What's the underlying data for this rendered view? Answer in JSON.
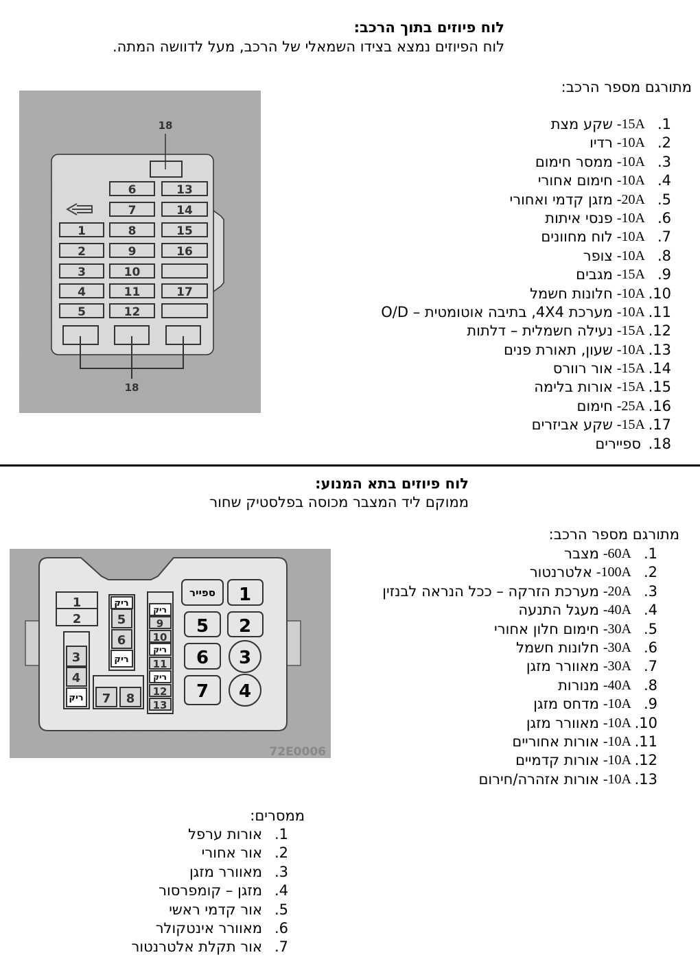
{
  "section1": {
    "title": "לוח פיוזים בתוך הרכב:",
    "subtitle": "לוח הפיוזים נמצא בצידו השמאלי של הרכב, מעל לדוושה המתה.",
    "list_header": "מתורגם מספר הרכב:",
    "items": [
      {
        "num": "1.",
        "amp": "15A-",
        "desc": "שקע מצת"
      },
      {
        "num": "2.",
        "amp": "10A-",
        "desc": "רדיו"
      },
      {
        "num": "3.",
        "amp": "10A-",
        "desc": "ממסר חימום"
      },
      {
        "num": "4.",
        "amp": "10A-",
        "desc": "חימום אחורי"
      },
      {
        "num": "5.",
        "amp": "20A-",
        "desc": "מזגן קדמי ואחורי"
      },
      {
        "num": "6.",
        "amp": "10A-",
        "desc": "פנסי איתות"
      },
      {
        "num": "7.",
        "amp": "10A-",
        "desc": "לוח מחוונים"
      },
      {
        "num": "8.",
        "amp": "10A-",
        "desc": "צופר"
      },
      {
        "num": "9.",
        "amp": "15A-",
        "desc": "מגבים"
      },
      {
        "num": "10.",
        "amp": "10A-",
        "desc": "חלונות חשמל"
      },
      {
        "num": "11.",
        "amp": "10A-",
        "desc": "מערכת 4X4, בתיבה אוטומטית – O/D"
      },
      {
        "num": "12.",
        "amp": "15A-",
        "desc": "נעילה חשמלית – דלתות"
      },
      {
        "num": "13.",
        "amp": "10A-",
        "desc": "שעון, תאורת פנים"
      },
      {
        "num": "14.",
        "amp": "15A-",
        "desc": "אור רוורס"
      },
      {
        "num": "15.",
        "amp": "15A-",
        "desc": "אורות בלימה"
      },
      {
        "num": "16.",
        "amp": "25A-",
        "desc": "חימום"
      },
      {
        "num": "17.",
        "amp": "15A-",
        "desc": "שקע אביזרים"
      },
      {
        "num": "18.",
        "amp": "",
        "desc": "ספיירים"
      }
    ],
    "diagram": {
      "spare_label_top": "18",
      "spare_label_bottom": "18",
      "fuses": [
        "1",
        "2",
        "3",
        "4",
        "5",
        "6",
        "7",
        "8",
        "9",
        "10",
        "11",
        "12",
        "13",
        "14",
        "15",
        "16",
        "17"
      ]
    }
  },
  "section2": {
    "title": "לוח פיוזים בתא המנוע:",
    "subtitle": "ממוקם ליד המצבר מכוסה בפלסטיק שחור",
    "list_header": "מתורגם מספר הרכב:",
    "items": [
      {
        "num": "1.",
        "amp": "60A-",
        "desc": "מצבר"
      },
      {
        "num": "2.",
        "amp": "100A-",
        "desc": "אלטרנטור"
      },
      {
        "num": "3.",
        "amp": "20A-",
        "desc": "מערכת הזרקה – ככל הנראה לבנזין"
      },
      {
        "num": "4.",
        "amp": "40A-",
        "desc": "מעגל התנעה"
      },
      {
        "num": "5.",
        "amp": "30A-",
        "desc": "חימום חלון אחורי"
      },
      {
        "num": "6.",
        "amp": "30A-",
        "desc": "חלונות חשמל"
      },
      {
        "num": "7.",
        "amp": "30A-",
        "desc": "מאוורר מזגן"
      },
      {
        "num": "8.",
        "amp": "40A-",
        "desc": "מנורות"
      },
      {
        "num": "9.",
        "amp": "10A-",
        "desc": "מדחס מזגן"
      },
      {
        "num": "10.",
        "amp": "10A-",
        "desc": "מאוורר מזגן"
      },
      {
        "num": "11.",
        "amp": "10A-",
        "desc": "אורות אחוריים"
      },
      {
        "num": "12.",
        "amp": "10A-",
        "desc": "אורות קדמיים"
      },
      {
        "num": "13.",
        "amp": "10A-",
        "desc": "אורות אזהרה/חירום"
      }
    ],
    "relays_header": "ממסרים:",
    "relays": [
      {
        "num": "1.",
        "desc": "אורות ערפל"
      },
      {
        "num": "2.",
        "desc": "אור אחורי"
      },
      {
        "num": "3.",
        "desc": "מאוורר מזגן"
      },
      {
        "num": "4.",
        "desc": "מזגן – קומפרסור"
      },
      {
        "num": "5.",
        "desc": "אור קדמי ראשי"
      },
      {
        "num": "6.",
        "desc": "מאוורר אינטקולר"
      },
      {
        "num": "7.",
        "desc": "אור תקלת אלטרנטור"
      }
    ],
    "diagram": {
      "empty_label": "ריק",
      "spare_label": "ספייר",
      "code": "72E0006",
      "labels": [
        "1",
        "2",
        "3",
        "4",
        "5",
        "6",
        "7",
        "8",
        "9",
        "10",
        "11",
        "12",
        "13"
      ]
    }
  }
}
